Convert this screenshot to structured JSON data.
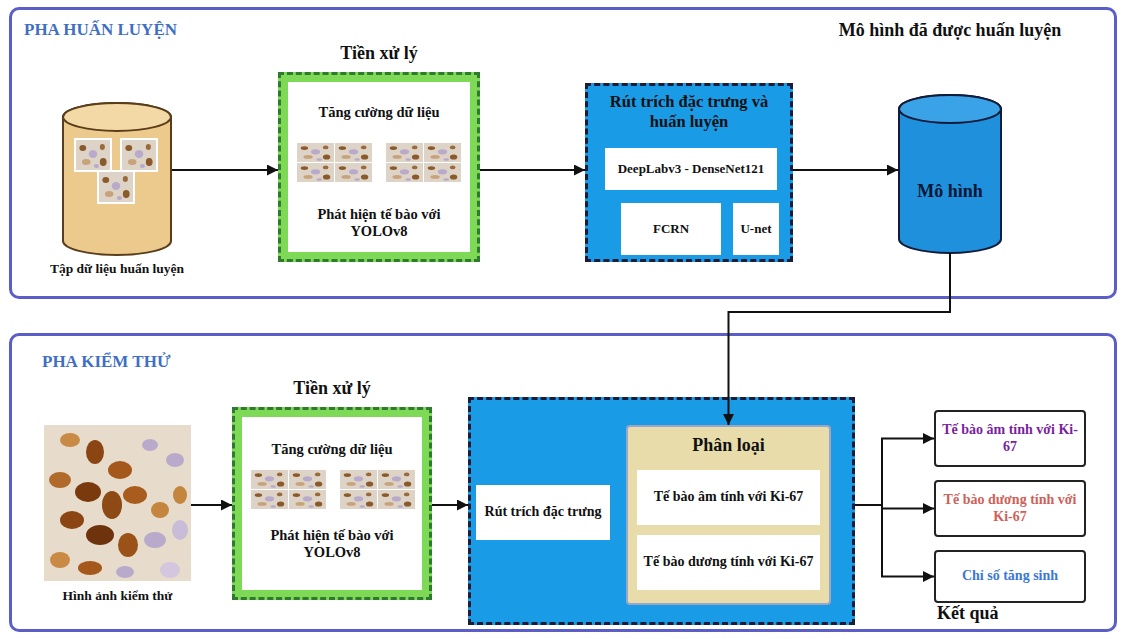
{
  "diagram": {
    "nodes": [
      {
        "text": [
          "PHA HUẤN LUYỆN"
        ]
      },
      {
        "text": [
          "Tập dữ liệu huấn luyện"
        ],
        "in": 0
      },
      {
        "text": [
          "Tiền xử lý"
        ],
        "in": 0
      },
      {
        "text": [
          "Tăng cường dữ liệu",
          "Phát hiện tế bào với YOLOv8"
        ],
        "in": 2
      },
      {
        "text": [
          "Rút trích đặc trưng và huấn luyện"
        ],
        "in": 0
      },
      {
        "text": [
          "DeepLabv3 - DenseNet121"
        ],
        "in": 4
      },
      {
        "text": [
          "FCRN"
        ],
        "in": 4
      },
      {
        "text": [
          "U-net"
        ],
        "in": 4
      },
      {
        "text": [
          "Mô hình đã được huấn luyện",
          "Mô hình"
        ],
        "in": 0
      },
      {
        "text": [
          "PHA KIỂM THỬ"
        ]
      },
      {
        "text": [
          "Hình ảnh kiểm thử"
        ],
        "in": 9
      },
      {
        "text": [
          "Tiền xử lý"
        ],
        "in": 9
      },
      {
        "text": [
          "Tăng cường dữ liệu",
          "Phát hiện tế bào với YOLOv8"
        ],
        "in": 11
      },
      {
        "text": [],
        "in": 9
      },
      {
        "text": [
          "Rút trích đặc trưng"
        ],
        "in": 13
      },
      {
        "text": [
          "Phân loại"
        ],
        "in": 13
      },
      {
        "text": [
          "Tế bào âm tính với Ki-67"
        ],
        "in": 15
      },
      {
        "text": [
          "Tế bào dương tính với Ki-67"
        ],
        "in": 15
      },
      {
        "text": [
          "Tế bào âm tính với Ki-67"
        ],
        "in": 9
      },
      {
        "text": [
          "Tế bào dương tính với Ki-67"
        ],
        "in": 9
      },
      {
        "text": [
          "Chỉ số tăng sinh"
        ],
        "in": 9
      }
    ],
    "edges": [
      {
        "from": 1,
        "to": 2,
        "arrow": "to"
      },
      {
        "from": 2,
        "to": 4,
        "arrow": "to"
      },
      {
        "from": 4,
        "to": 8,
        "arrow": "to"
      },
      {
        "from": 8,
        "to": 15,
        "arrow": "to"
      },
      {
        "from": 10,
        "to": 11,
        "arrow": "to"
      },
      {
        "from": 11,
        "to": 13,
        "arrow": "to"
      },
      {
        "from": 13,
        "to": 18,
        "arrow": "to"
      },
      {
        "from": 13,
        "to": 19,
        "arrow": "to"
      },
      {
        "from": 13,
        "to": 20,
        "arrow": "to"
      }
    ],
    "labels": [
      "Kết quả"
    ]
  }
}
